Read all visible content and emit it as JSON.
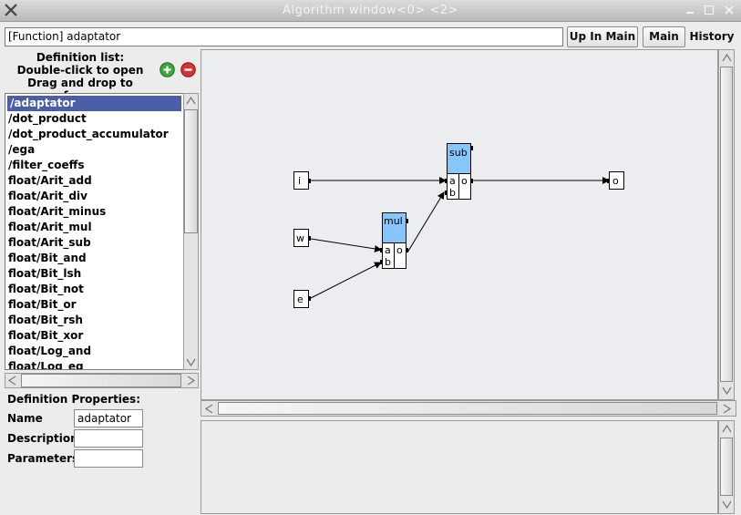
{
  "window": {
    "title": "Algorithm window<0> <2>"
  },
  "toolbar": {
    "function_value": "[Function] adaptator",
    "up_in_main_label": "Up In Main",
    "main_label": "Main",
    "history_label": "History"
  },
  "definition_list": {
    "header_line1": "Definition list:",
    "header_line2": "Double-click to open",
    "header_line3": "Drag and drop to reference",
    "items": [
      "/adaptator",
      "/dot_product",
      "/dot_product_accumulator",
      "/ega",
      "/filter_coeffs",
      "float/Arit_add",
      "float/Arit_div",
      "float/Arit_minus",
      "float/Arit_mul",
      "float/Arit_sub",
      "float/Bit_and",
      "float/Bit_lsh",
      "float/Bit_not",
      "float/Bit_or",
      "float/Bit_rsh",
      "float/Bit_xor",
      "float/Log_and",
      "float/Log_eq"
    ],
    "selected_index": 0
  },
  "properties": {
    "title": "Definition Properties:",
    "name_label": "Name",
    "name_value": "adaptator",
    "description_label": "Description",
    "description_value": "",
    "parameters_label": "Parameters",
    "parameters_value": ""
  },
  "graph": {
    "inputs": [
      "i",
      "w",
      "e"
    ],
    "output": "o",
    "nodes": [
      {
        "name": "sub",
        "ports_in": [
          "a",
          "b"
        ],
        "ports_out": [
          "o"
        ]
      },
      {
        "name": "mul",
        "ports_in": [
          "a",
          "b"
        ],
        "ports_out": [
          "o"
        ]
      }
    ]
  },
  "colors": {
    "node_header": "#87c6fa",
    "selected_item": "#4a5fa7",
    "add_button": "#3aa83a",
    "remove_button": "#d93030"
  }
}
